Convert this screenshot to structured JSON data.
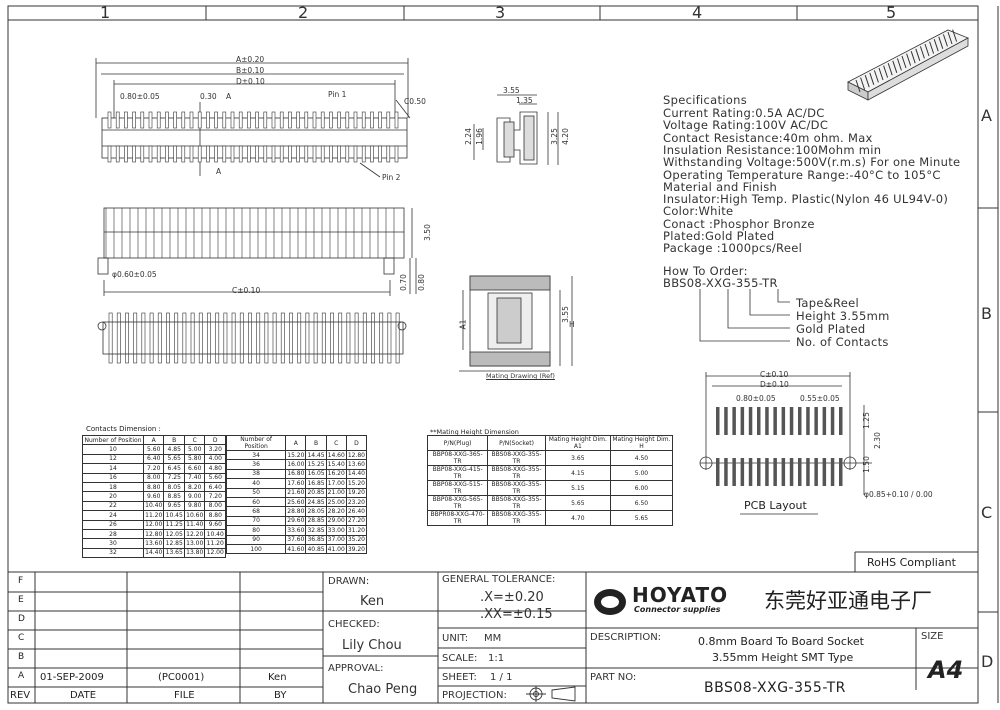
{
  "zones": {
    "columns": [
      "1",
      "2",
      "3",
      "4",
      "5"
    ],
    "rows": [
      "A",
      "B",
      "C",
      "D"
    ]
  },
  "views": {
    "top": {
      "dim_a": "A±0.20",
      "dim_b": "B±0.10",
      "dim_d": "D±0.10",
      "pitch": "0.80±0.05",
      "gap": "0.30",
      "section": "A",
      "pin1": "Pin 1",
      "pin2": "Pin 2",
      "radius": "C0.50"
    },
    "side": {
      "height": "3.50",
      "hole": "φ0.60±0.05",
      "dim_c": "C±0.10",
      "h1": "0.70",
      "h2": "0.80"
    },
    "end": {
      "w1": "3.55",
      "w2": "1.35",
      "h1": "2.24",
      "h2": "1.96",
      "h3": "3.25",
      "h4": "4.20"
    },
    "mating": {
      "caption": "Mating Drawing (Ref)",
      "label_a1": "A1",
      "dim": "3.55",
      "label_h": "H"
    },
    "pcb": {
      "c": "C±0.10",
      "d": "D±0.10",
      "pitch": "0.80±0.05",
      "pad": "0.55±0.05",
      "v1": "1.25",
      "v2": "2.30",
      "v3": "1.50",
      "hole": "φ0.85+0.10 / 0.00",
      "title": "PCB Layout"
    }
  },
  "specs": {
    "heading": "Specifications",
    "lines": [
      "Current Rating:0.5A AC/DC",
      "Voltage Rating:100V AC/DC",
      "Contact Resistance:40m ohm. Max",
      "Insulation Resistance:100Mohm min",
      "Withstanding Voltage:500V(r.m.s) For one Minute",
      "Operating Temperature Range:-40°C to 105°C",
      "Material and Finish",
      "Insulator:High Temp. Plastic(Nylon 46 UL94V-0)",
      "           Color:White",
      "Conact :Phosphor Bronze",
      "Plated:Gold Plated",
      "Package :1000pcs/Reel"
    ]
  },
  "order": {
    "heading": "How To Order:",
    "code": "BBS08-XXG-355-TR",
    "legend": [
      "Tape&Reel",
      "Height 3.55mm",
      "Gold Plated",
      "No. of Contacts"
    ]
  },
  "contacts_table": {
    "title": "Contacts Dimension :",
    "headers": [
      "Number of Position",
      "A",
      "B",
      "C",
      "D"
    ],
    "left_rows": [
      [
        "10",
        "5.60",
        "4.85",
        "5.00",
        "3.20"
      ],
      [
        "12",
        "6.40",
        "5.65",
        "5.80",
        "4.00"
      ],
      [
        "14",
        "7.20",
        "6.45",
        "6.60",
        "4.80"
      ],
      [
        "16",
        "8.00",
        "7.25",
        "7.40",
        "5.60"
      ],
      [
        "18",
        "8.80",
        "8.05",
        "8.20",
        "6.40"
      ],
      [
        "20",
        "9.60",
        "8.85",
        "9.00",
        "7.20"
      ],
      [
        "22",
        "10.40",
        "9.65",
        "9.80",
        "8.00"
      ],
      [
        "24",
        "11.20",
        "10.45",
        "10.60",
        "8.80"
      ],
      [
        "26",
        "12.00",
        "11.25",
        "11.40",
        "9.60"
      ],
      [
        "28",
        "12.80",
        "12.05",
        "12.20",
        "10.40"
      ],
      [
        "30",
        "13.60",
        "12.85",
        "13.00",
        "11.20"
      ],
      [
        "32",
        "14.40",
        "13.65",
        "13.80",
        "12.00"
      ]
    ],
    "right_rows": [
      [
        "34",
        "15.20",
        "14.45",
        "14.60",
        "12.80"
      ],
      [
        "36",
        "16.00",
        "15.25",
        "15.40",
        "13.60"
      ],
      [
        "38",
        "16.80",
        "16.05",
        "16.20",
        "14.40"
      ],
      [
        "40",
        "17.60",
        "16.85",
        "17.00",
        "15.20"
      ],
      [
        "50",
        "21.60",
        "20.85",
        "21.00",
        "19.20"
      ],
      [
        "60",
        "25.60",
        "24.85",
        "25.00",
        "23.20"
      ],
      [
        "68",
        "28.80",
        "28.05",
        "28.20",
        "26.40"
      ],
      [
        "70",
        "29.60",
        "28.85",
        "29.00",
        "27.20"
      ],
      [
        "80",
        "33.60",
        "32.85",
        "33.00",
        "31.20"
      ],
      [
        "90",
        "37.60",
        "36.85",
        "37.00",
        "35.20"
      ],
      [
        "100",
        "41.60",
        "40.85",
        "41.00",
        "39.20"
      ]
    ]
  },
  "mating_table": {
    "title": "**Mating Height  Dimension",
    "headers": [
      "P/N(Plug)",
      "P/N(Socket)",
      "Mating Height Dim. A1",
      "Mating Height Dim. H"
    ],
    "rows": [
      [
        "BBP08-XXG-365-TR",
        "BBS08-XXG-355-TR",
        "3.65",
        "4.50"
      ],
      [
        "BBP08-XXG-415-TR",
        "BBS08-XXG-355-TR",
        "4.15",
        "5.00"
      ],
      [
        "BBP08-XXG-515-TR",
        "BBS08-XXG-355-TR",
        "5.15",
        "6.00"
      ],
      [
        "BBP08-XXG-565-TR",
        "BBS08-XXG-355-TR",
        "5.65",
        "6.50"
      ],
      [
        "BBPR08-XXG-470-TR",
        "BBS08-XXG-355-TR",
        "4.70",
        "5.65"
      ]
    ]
  },
  "title_block": {
    "rohs": "RoHS Compliant",
    "rev_letters": [
      "F",
      "E",
      "D",
      "C",
      "B",
      "A"
    ],
    "rev_a": {
      "date": "01-SEP-2009",
      "file": "(PC0001)",
      "by": "Ken"
    },
    "footer": {
      "rev": "REV",
      "date": "DATE",
      "file": "FILE",
      "by": "BY"
    },
    "drawn_label": "DRAWN:",
    "drawn": "Ken",
    "checked_label": "CHECKED:",
    "checked": "Lily Chou",
    "approval_label": "APPROVAL:",
    "approval": "Chao Peng",
    "tol_label": "GENERAL TOLERANCE:",
    "tol1": ".X=±0.20",
    "tol2": ".XX=±0.15",
    "unit_label": "UNIT:",
    "unit": "MM",
    "scale_label": "SCALE:",
    "scale": "1:1",
    "sheet_label": "SHEET:",
    "sheet": "1  /  1",
    "projection_label": "PROJECTION:",
    "company_en": "HOYATO",
    "company_sub": "Connector supplies",
    "company_cn": "东莞好亚通电子厂",
    "desc_label": "DESCRIPTION:",
    "desc1": "0.8mm Board To Board Socket",
    "desc2": "3.55mm Height SMT Type",
    "size_label": "SIZE",
    "size": "A4",
    "part_label": "PART NO:",
    "part": "BBS08-XXG-355-TR"
  }
}
